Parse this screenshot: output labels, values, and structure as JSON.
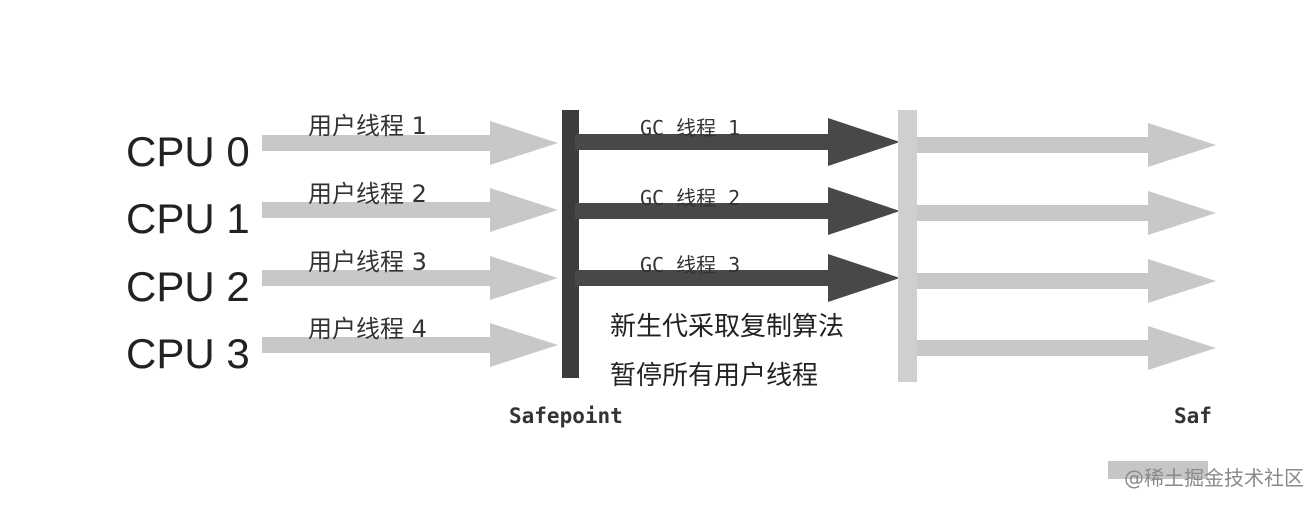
{
  "diagram": {
    "cpus": [
      {
        "label": "CPU 0",
        "user_thread": "用户线程 1",
        "gc_thread": "GC 线程 1"
      },
      {
        "label": "CPU 1",
        "user_thread": "用户线程 2",
        "gc_thread": "GC 线程 2"
      },
      {
        "label": "CPU 2",
        "user_thread": "用户线程 3",
        "gc_thread": "GC 线程 3"
      },
      {
        "label": "CPU 3",
        "user_thread": "用户线程 4",
        "gc_thread": ""
      }
    ],
    "note_line1": "新生代采取复制算法",
    "note_line2": "暂停所有用户线程",
    "safepoint_label": "Safepoint",
    "safepoint_label_truncated": "Saf",
    "colors": {
      "user_arrow": "#c8c8c8",
      "gc_arrow": "#484848",
      "safepoint_bar": "#3c3c3c",
      "resume_bar": "#cfcfcf"
    }
  },
  "watermark": {
    "text": "@稀土掘金技术社区"
  }
}
